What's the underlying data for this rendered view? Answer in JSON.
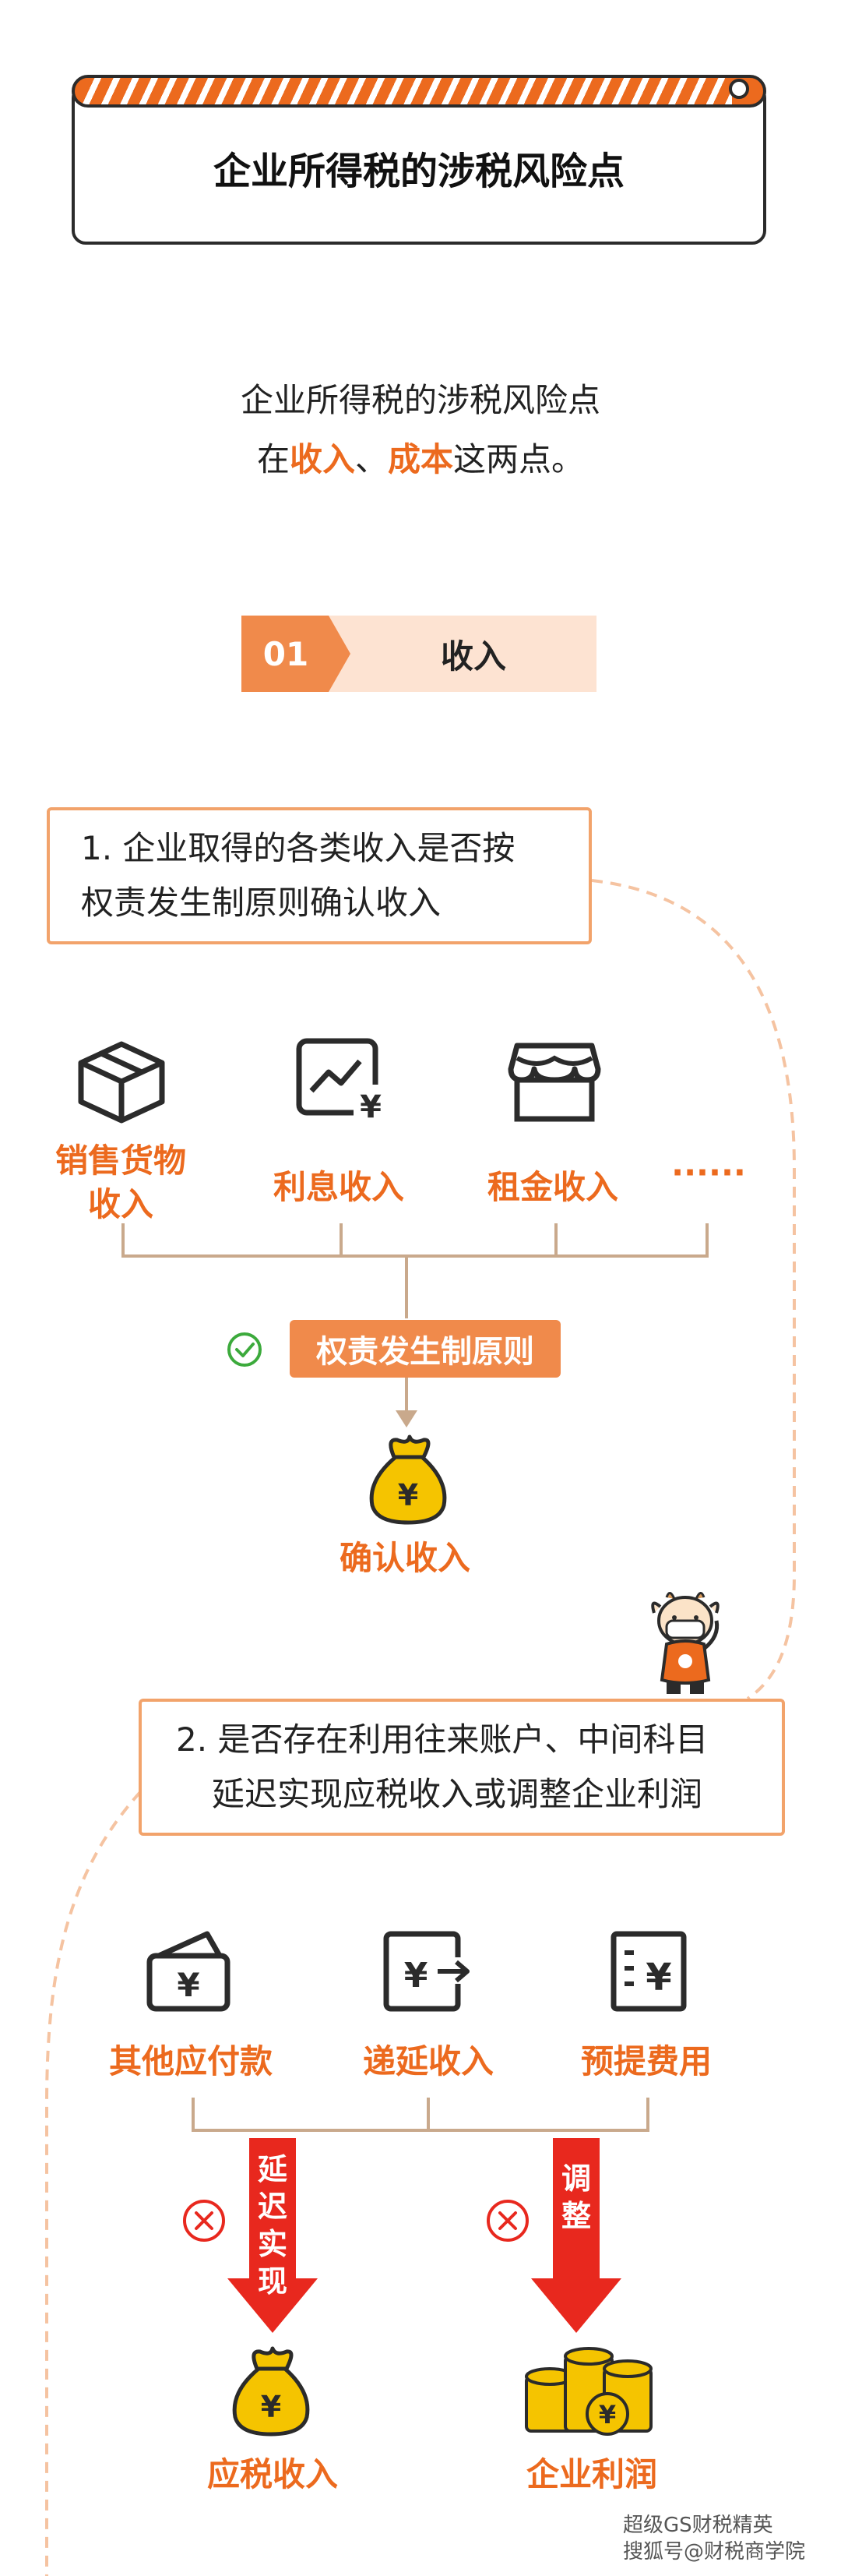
{
  "title": "企业所得税的涉税风险点",
  "intro": {
    "line1": "企业所得税的涉税风险点",
    "line2_pre": "在",
    "line2_hl1": "收入",
    "line2_sep": "、",
    "line2_hl2": "成本",
    "line2_post": "这两点。"
  },
  "section": {
    "number": "01",
    "label": "收入"
  },
  "q1": {
    "line1": "1. 企业取得的各类收入是否按",
    "line2": "权责发生制原则确认收入"
  },
  "income_types": [
    {
      "icon": "box-icon",
      "line1": "销售货物",
      "line2": "收入"
    },
    {
      "icon": "chart-yen-icon",
      "line1": "利息收入",
      "line2": ""
    },
    {
      "icon": "shop-icon",
      "line1": "租金收入",
      "line2": ""
    },
    {
      "icon": "",
      "line1": "······",
      "line2": ""
    }
  ],
  "principle": "权责发生制原则",
  "confirm": "确认收入",
  "q2": {
    "line1": "2. 是否存在利用往来账户、中间科目",
    "line2": "延迟实现应税收入或调整企业利润"
  },
  "accounts": [
    {
      "icon": "wallet-yen-icon",
      "label": "其他应付款"
    },
    {
      "icon": "yen-transfer-icon",
      "label": "递延收入"
    },
    {
      "icon": "yen-document-icon",
      "label": "预提费用"
    }
  ],
  "results": [
    {
      "arrow_text": "延迟实现",
      "label": "应税收入"
    },
    {
      "arrow_text": "调整",
      "label": "企业利润"
    }
  ],
  "watermark": {
    "line1": "超级GS财税精英",
    "line2": "搜狐号@财税商学院"
  },
  "colors": {
    "accent": "#ec6a1e",
    "light": "#fde3d2",
    "red": "#e8281e",
    "gold": "#f5c400"
  }
}
